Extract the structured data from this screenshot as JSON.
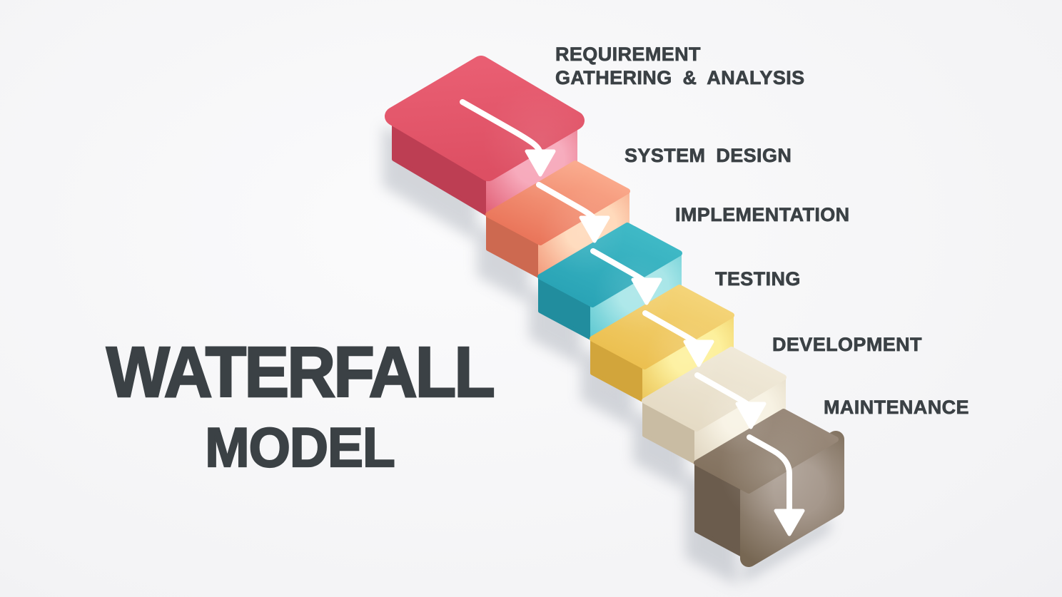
{
  "title": {
    "line1": "WATERFALL",
    "line2": "MODEL",
    "color": "#3b4145"
  },
  "label_color": "#3b4145",
  "arrow_color": "#ffffff",
  "background": {
    "center": "#fbfbfc",
    "mid": "#f3f3f5",
    "edge": "#e9e9ec"
  },
  "steps": [
    {
      "name": "requirement-gathering-analysis",
      "label_lines": [
        "REQUIREMENT",
        "GATHERING & ANALYSIS"
      ],
      "colors": {
        "top": "#dd4f63",
        "top_light": "#e95e72",
        "front_glow": "#f7a8ba",
        "front": "#dc4f66",
        "side": "#bd3e53"
      }
    },
    {
      "name": "system-design",
      "label_lines": [
        "SYSTEM DESIGN"
      ],
      "colors": {
        "top": "#ea765b",
        "top_light": "#faa98b",
        "front_glow": "#ffd9ba",
        "front": "#ef8769",
        "side": "#cd6950"
      }
    },
    {
      "name": "implementation",
      "label_lines": [
        "IMPLEMENTATION"
      ],
      "colors": {
        "top": "#2aa4b6",
        "top_light": "#3fb9c6",
        "front_glow": "#a8e6e8",
        "front": "#46bfca",
        "side": "#218d9e"
      }
    },
    {
      "name": "testing",
      "label_lines": [
        "TESTING"
      ],
      "colors": {
        "top": "#ecc051",
        "top_light": "#f4d478",
        "front_glow": "#fdf09b",
        "front": "#e6ba48",
        "side": "#d2a53b"
      }
    },
    {
      "name": "development",
      "label_lines": [
        "DEVELOPMENT"
      ],
      "colors": {
        "top": "#e5dbc5",
        "top_light": "#f0e9d8",
        "front_glow": "#f7f2e3",
        "front": "#d8ccb5",
        "side": "#c9bca3"
      }
    },
    {
      "name": "maintenance",
      "label_lines": [
        "MAINTENANCE"
      ],
      "colors": {
        "top": "#83725f",
        "top_light": "#99897a",
        "front_glow": "#a5978b",
        "front": "#776753",
        "side": "#6b5c4d"
      }
    }
  ]
}
